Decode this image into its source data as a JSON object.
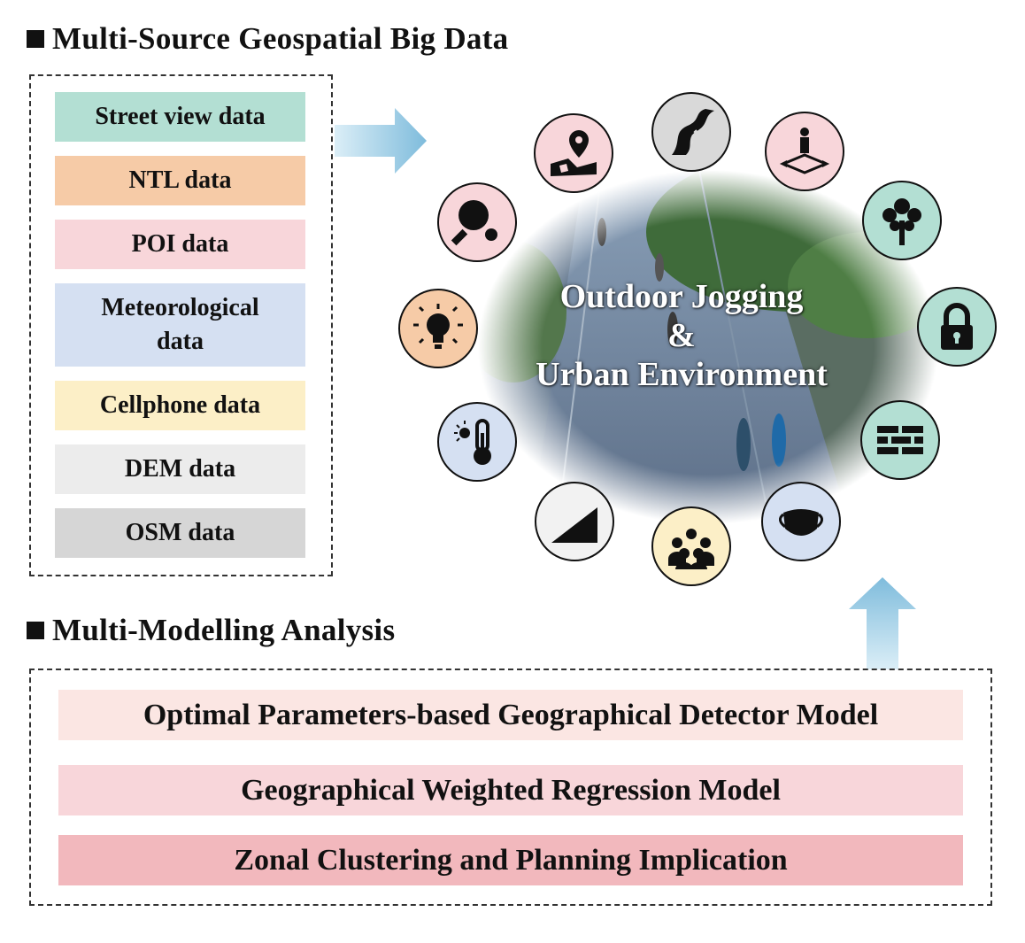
{
  "sections": {
    "data_heading": "Multi-Source Geospatial Big Data",
    "model_heading": "Multi-Modelling Analysis"
  },
  "data_sources": [
    {
      "label": "Street view data",
      "color": "#b3dfd3"
    },
    {
      "label": "NTL data",
      "color": "#f6cba7"
    },
    {
      "label": "POI data",
      "color": "#f8d6da"
    },
    {
      "label": "Meteorological data",
      "color": "#d5e0f2"
    },
    {
      "label": "Cellphone data",
      "color": "#fcefc7"
    },
    {
      "label": "DEM data",
      "color": "#ececec"
    },
    {
      "label": "OSM data",
      "color": "#d6d6d6"
    }
  ],
  "hub": {
    "line1": "Outdoor Jogging",
    "line2": "&",
    "line3": "Urban Environment"
  },
  "factor_icons": [
    {
      "name": "road-icon",
      "color": "#d9d9d9"
    },
    {
      "name": "crossroad-person-icon",
      "color": "#f8d6da"
    },
    {
      "name": "tree-icon",
      "color": "#b3dfd3"
    },
    {
      "name": "lock-icon",
      "color": "#b3dfd3"
    },
    {
      "name": "brick-wall-icon",
      "color": "#b3dfd3"
    },
    {
      "name": "face-mask-icon",
      "color": "#d5e0f2"
    },
    {
      "name": "people-group-icon",
      "color": "#fcefc7"
    },
    {
      "name": "slope-icon",
      "color": "#f2f2f2"
    },
    {
      "name": "thermometer-sun-icon",
      "color": "#d5e0f2"
    },
    {
      "name": "lightbulb-icon",
      "color": "#f6cba7"
    },
    {
      "name": "ping-pong-icon",
      "color": "#f8d6da"
    },
    {
      "name": "map-pin-icon",
      "color": "#f8d6da"
    }
  ],
  "models": [
    {
      "label": "Optimal Parameters-based Geographical Detector Model",
      "color": "#fbe6e3"
    },
    {
      "label": "Geographical Weighted Regression Model",
      "color": "#f8d6da"
    },
    {
      "label": "Zonal Clustering and Planning Implication",
      "color": "#f2b8bd"
    }
  ],
  "colors": {
    "arrow": "#8cc3e0",
    "border": "#333333"
  }
}
